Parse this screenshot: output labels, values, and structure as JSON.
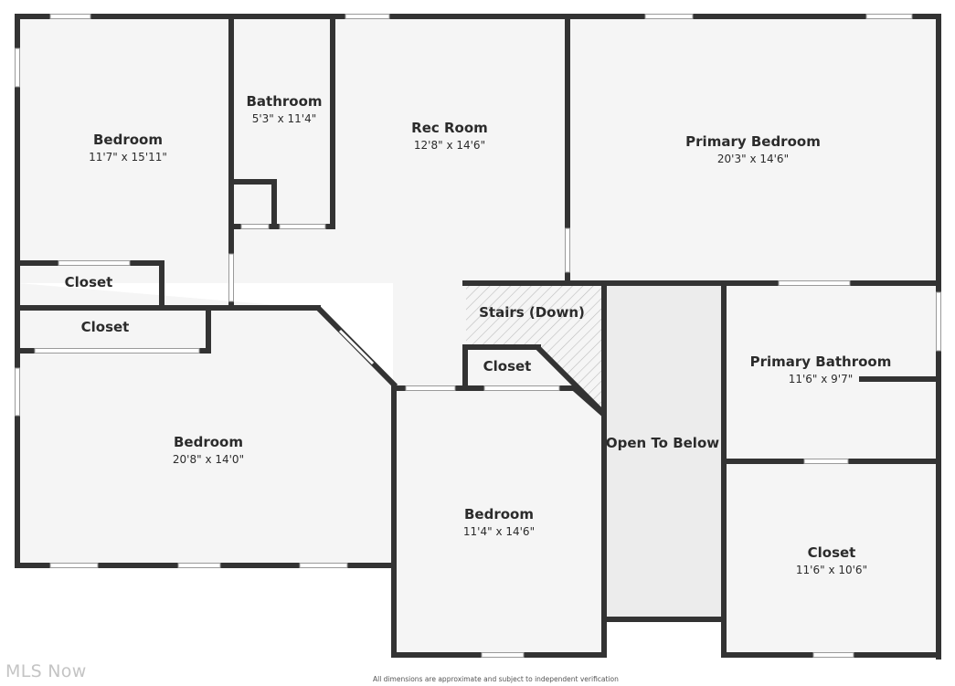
{
  "colors": {
    "wall": "#333333",
    "floor": "#f5f5f5",
    "open_area": "#ececec",
    "text": "#2b2b2b",
    "watermark": "#c4c4c4"
  },
  "rooms": {
    "bedroom_nw": {
      "name": "Bedroom",
      "dims": "11'7\" x 15'11\""
    },
    "bathroom": {
      "name": "Bathroom",
      "dims": "5'3\" x 11'4\""
    },
    "rec_room": {
      "name": "Rec Room",
      "dims": "12'8\" x 14'6\""
    },
    "primary_bedroom": {
      "name": "Primary Bedroom",
      "dims": "20'3\" x 14'6\""
    },
    "closet_1": {
      "name": "Closet"
    },
    "closet_2": {
      "name": "Closet"
    },
    "stairs": {
      "name": "Stairs (Down)"
    },
    "closet_3": {
      "name": "Closet"
    },
    "primary_bathroom": {
      "name": "Primary Bathroom",
      "dims": "11'6\" x 9'7\""
    },
    "open_to_below": {
      "name": "Open To Below"
    },
    "bedroom_sw": {
      "name": "Bedroom",
      "dims": "20'8\" x 14'0\""
    },
    "bedroom_s": {
      "name": "Bedroom",
      "dims": "11'4\" x 14'6\""
    },
    "closet_se": {
      "name": "Closet",
      "dims": "11'6\" x 10'6\""
    }
  },
  "watermark": "MLS Now",
  "disclaimer": "All dimensions are approximate and subject to independent verification"
}
